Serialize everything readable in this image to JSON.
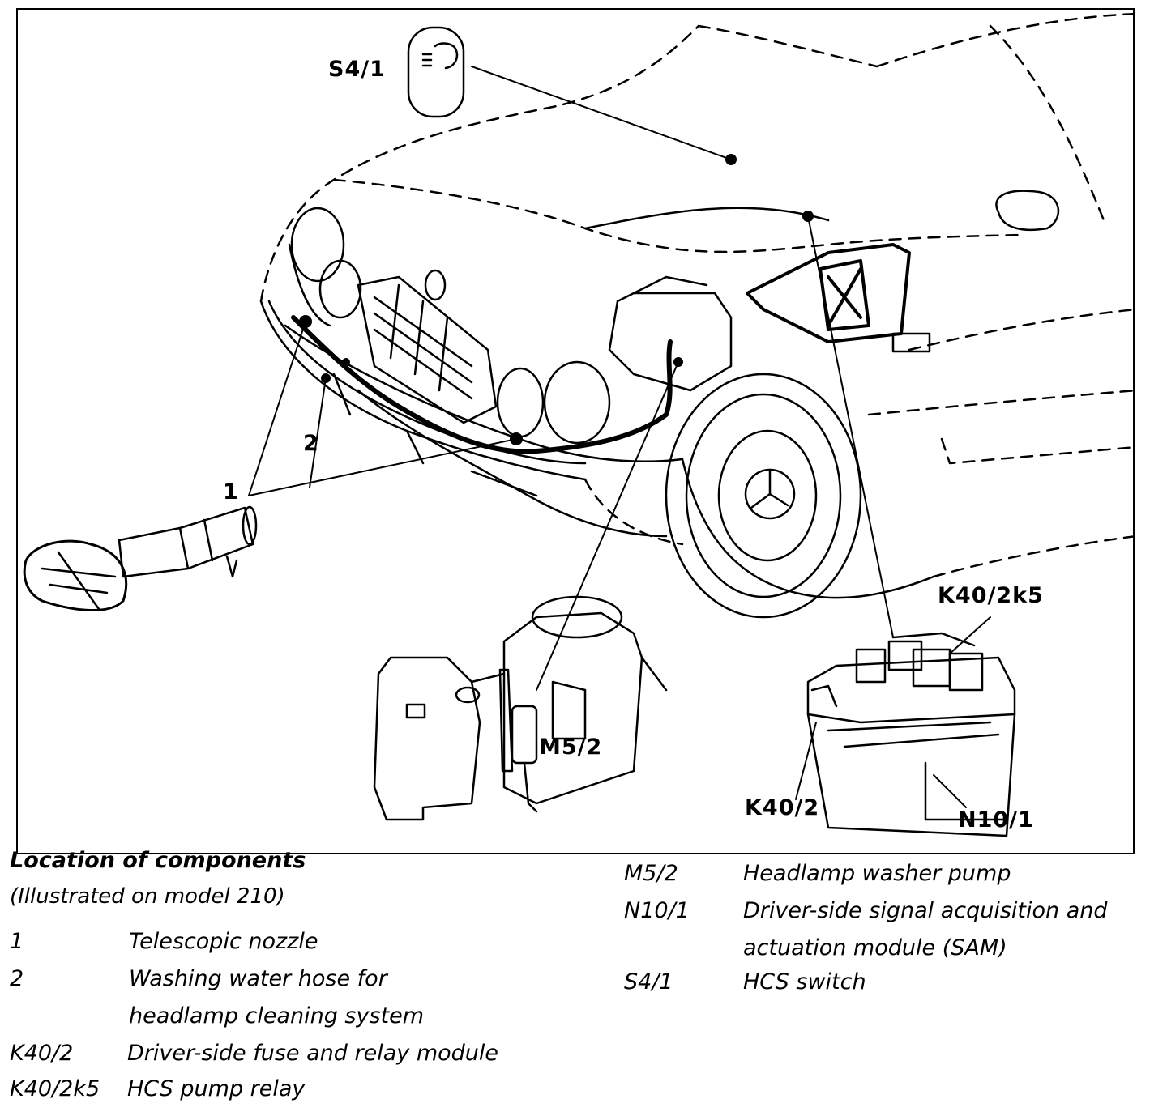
{
  "figure": {
    "callouts": {
      "s4_1": "S4/1",
      "two": "2",
      "one": "1",
      "m5_2": "M5/2",
      "k40_2k5": "K40/2k5",
      "k40_2": "K40/2",
      "n10_1": "N10/1"
    },
    "line_color": "#000000",
    "background": "#ffffff"
  },
  "legend": {
    "title": "Location of components",
    "subtitle": "(Illustrated on model 210)",
    "left_items": [
      {
        "code": "1",
        "description": "Telescopic nozzle"
      },
      {
        "code": "2",
        "description": "Washing water hose for\nheadlamp cleaning system"
      },
      {
        "code": "K40/2",
        "description": "Driver-side fuse and relay module"
      },
      {
        "code": "K40/2k5",
        "description": "HCS pump relay"
      }
    ],
    "right_items": [
      {
        "code": "M5/2",
        "description": "Headlamp washer pump"
      },
      {
        "code": "N10/1",
        "description": "Driver-side signal acquisition and\nactuation module (SAM)"
      },
      {
        "code": "S4/1",
        "description": "HCS switch"
      }
    ]
  }
}
